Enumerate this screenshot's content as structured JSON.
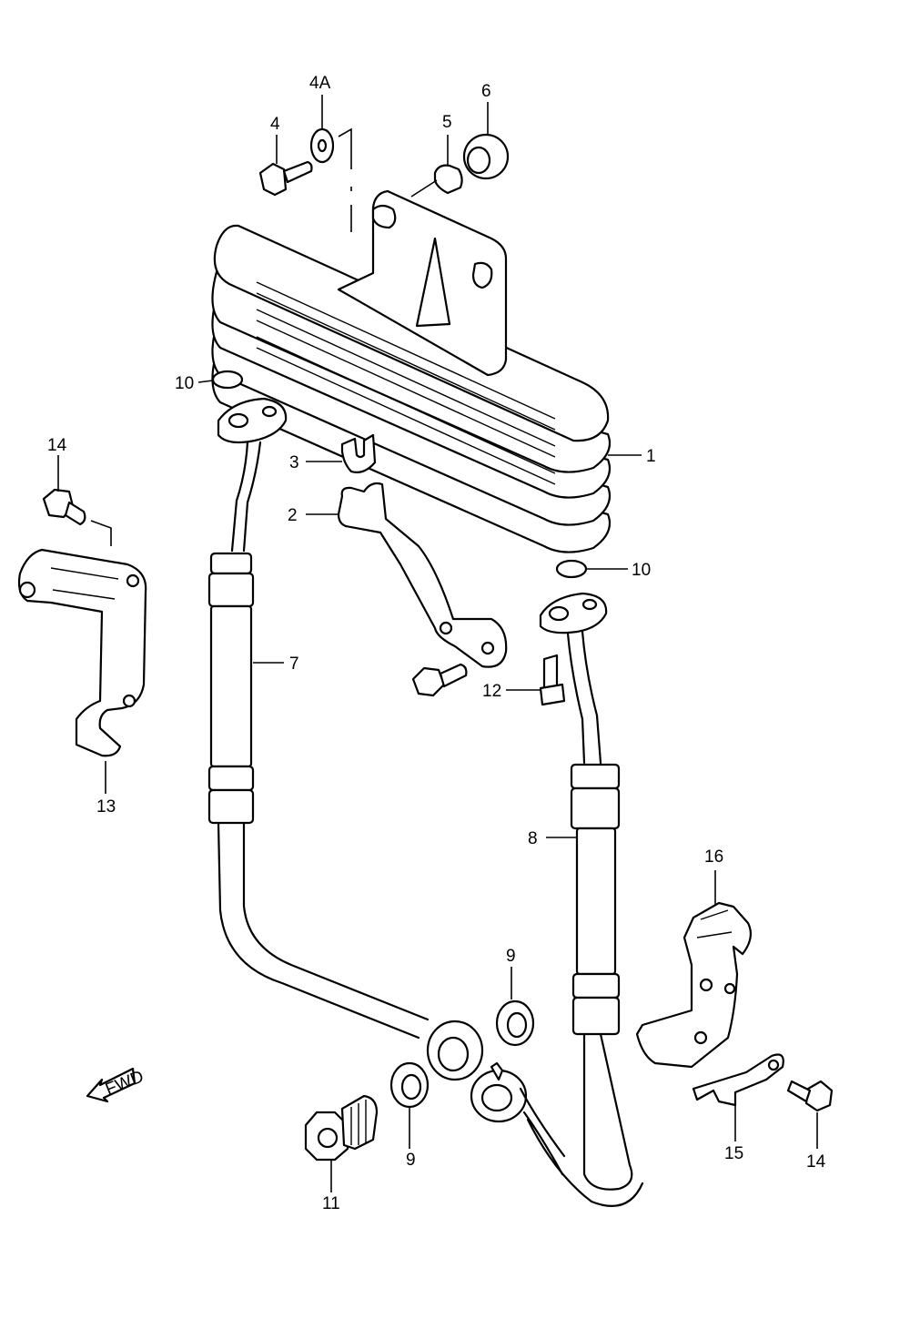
{
  "callouts": {
    "c1": "1",
    "c2": "2",
    "c3": "3",
    "c4": "4",
    "c4a": "4A",
    "c5": "5",
    "c6": "6",
    "c7": "7",
    "c8": "8",
    "c9a": "9",
    "c9b": "9",
    "c10a": "10",
    "c10b": "10",
    "c11": "11",
    "c12": "12",
    "c13": "13",
    "c14a": "14",
    "c14b": "14",
    "c15": "15",
    "c16": "16"
  },
  "fwd_arrow": {
    "label": "FWD"
  },
  "colors": {
    "line": "#000000",
    "background": "#ffffff"
  }
}
